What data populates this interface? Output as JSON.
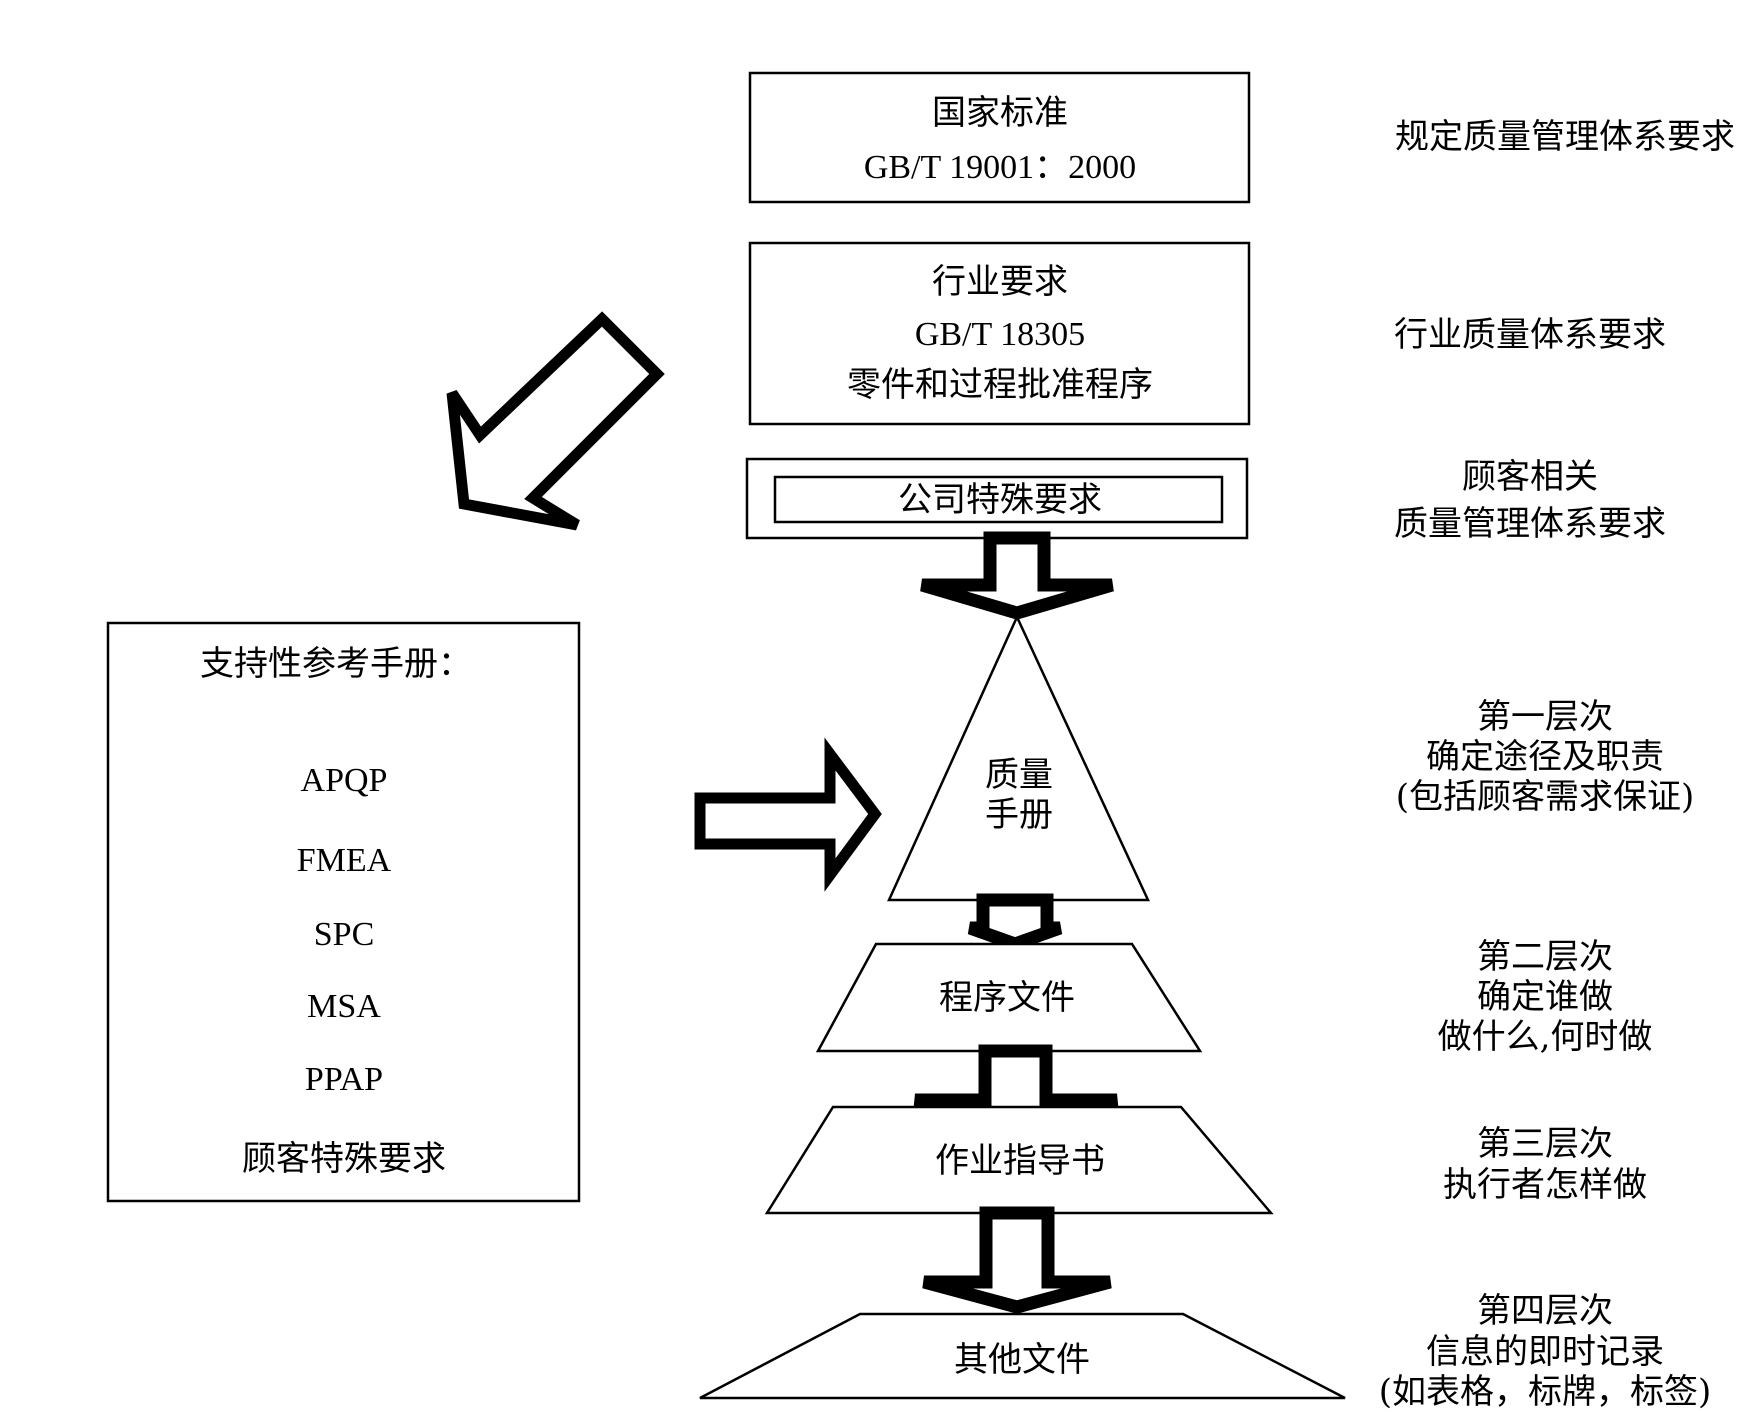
{
  "boxes": {
    "national_standard": {
      "title": "国家标准",
      "code": "GB/T 19001：2000"
    },
    "industry_requirement": {
      "title": "行业要求",
      "code": "GB/T 18305",
      "subtitle": "零件和过程批准程序"
    },
    "company_requirement": {
      "title": "公司特殊要求"
    }
  },
  "side_labels": {
    "national": "规定质量管理体系要求",
    "industry": "行业质量体系要求",
    "customer_line1": "顾客相关",
    "customer_line2": "质量管理体系要求",
    "level1_line1": "第一层次",
    "level1_line2": "确定途径及职责",
    "level1_line3": "(包括顾客需求保证)",
    "level2_line1": "第二层次",
    "level2_line2": "确定谁做",
    "level2_line3": "做什么,何时做",
    "level3_line1": "第三层次",
    "level3_line2": "执行者怎样做",
    "level4_line1": "第四层次",
    "level4_line2": "信息的即时记录",
    "level4_line3": "(如表格，标牌，标签)"
  },
  "pyramid": {
    "quality_manual_line1": "质量",
    "quality_manual_line2": "手册",
    "procedure_docs": "程序文件",
    "work_instructions": "作业指导书",
    "other_docs": "其他文件"
  },
  "reference_manuals": {
    "heading": "支持性参考手册：",
    "items": [
      "APQP",
      "FMEA",
      "SPC",
      "MSA",
      "PPAP",
      "顾客特殊要求"
    ]
  },
  "colors": {
    "line": "#000000",
    "background": "#ffffff"
  }
}
